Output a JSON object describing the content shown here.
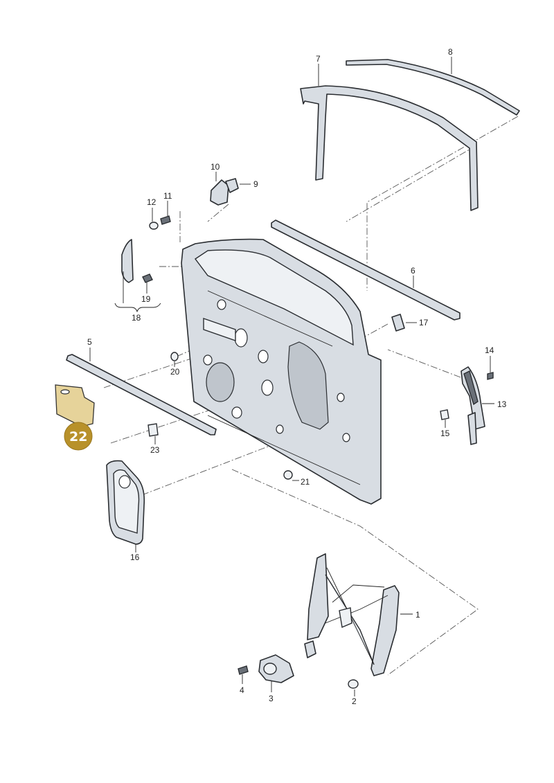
{
  "callouts": {
    "c1": "1",
    "c2": "2",
    "c3": "3",
    "c4": "4",
    "c5": "5",
    "c6": "6",
    "c7": "7",
    "c8": "8",
    "c9": "9",
    "c10": "10",
    "c11": "11",
    "c12": "12",
    "c13": "13",
    "c14": "14",
    "c15": "15",
    "c16": "16",
    "c17": "17",
    "c18": "18",
    "c19": "19",
    "c20": "20",
    "c21": "21",
    "c23": "23"
  },
  "highlight": {
    "label": "22",
    "color": "#b8912a"
  },
  "colors": {
    "part_fill": "#d8dde3",
    "outline": "#2a2d31",
    "highlight_part": "#e6d39a"
  }
}
